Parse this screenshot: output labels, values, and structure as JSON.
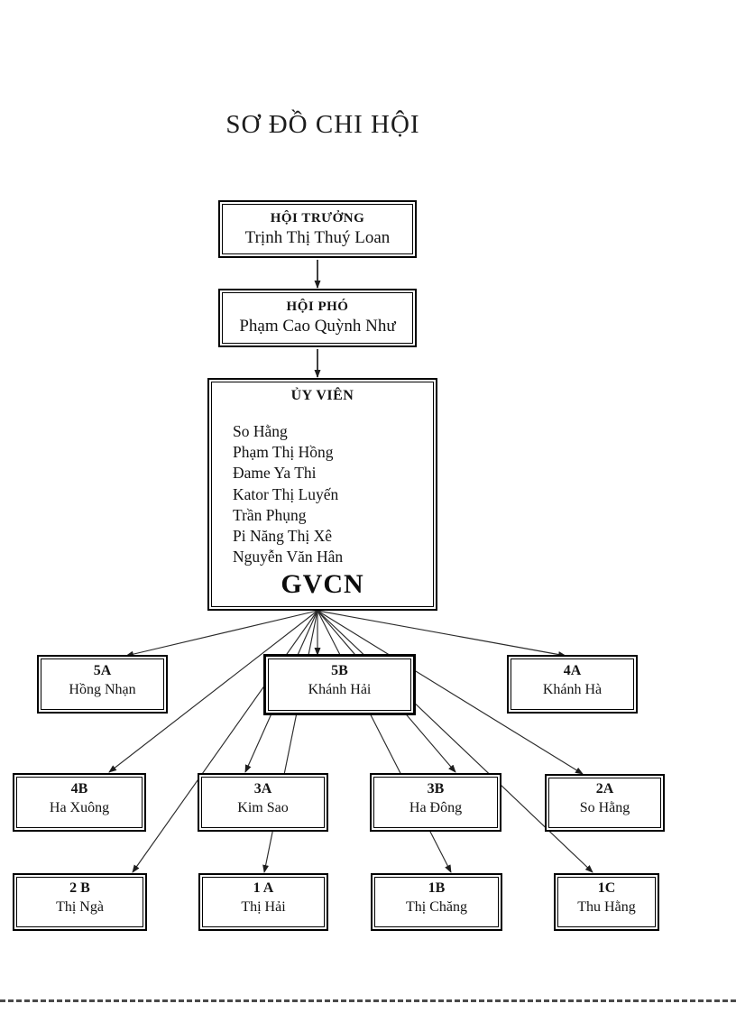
{
  "title": "SƠ ĐỒ CHI HỘI",
  "org": {
    "president": {
      "role": "HỘI TRƯỞNG",
      "name": "Trịnh Thị Thuý Loan"
    },
    "vice": {
      "role": "HỘI PHÓ",
      "name": "Phạm Cao Quỳnh Như"
    },
    "committee": {
      "role": "ỦY VIÊN",
      "members": [
        "So Hằng",
        "Phạm Thị Hồng",
        "Đame Ya Thi",
        "Kator Thị Luyến",
        "Trần Phụng",
        "Pi Năng Thị Xê",
        "Nguyễn Văn Hân"
      ],
      "footer": "GVCN"
    },
    "classes": [
      {
        "id": "5A",
        "code": "5A",
        "name": "Hồng Nhạn"
      },
      {
        "id": "5B",
        "code": "5B",
        "name": "Khánh Hải"
      },
      {
        "id": "4A",
        "code": "4A",
        "name": "Khánh Hà"
      },
      {
        "id": "4B",
        "code": "4B",
        "name": "Ha Xuông"
      },
      {
        "id": "3A",
        "code": "3A",
        "name": "Kim Sao"
      },
      {
        "id": "3B",
        "code": "3B",
        "name": "Ha Đông"
      },
      {
        "id": "2A",
        "code": "2A",
        "name": "So Hằng"
      },
      {
        "id": "2B",
        "code": "2 B",
        "name": "Thị Ngà"
      },
      {
        "id": "1A",
        "code": "1 A",
        "name": "Thị Hải"
      },
      {
        "id": "1B",
        "code": "1B",
        "name": "Thị Chăng"
      },
      {
        "id": "1C",
        "code": "1C",
        "name": "Thu Hằng"
      }
    ],
    "edges": [
      {
        "from": "president",
        "to": "vice"
      },
      {
        "from": "vice",
        "to": "committee"
      },
      {
        "from": "committee",
        "to": "5A"
      },
      {
        "from": "committee",
        "to": "5B"
      },
      {
        "from": "committee",
        "to": "4A"
      },
      {
        "from": "committee",
        "to": "4B"
      },
      {
        "from": "committee",
        "to": "3A"
      },
      {
        "from": "committee",
        "to": "3B"
      },
      {
        "from": "committee",
        "to": "2A"
      },
      {
        "from": "committee",
        "to": "2B"
      },
      {
        "from": "committee",
        "to": "1A"
      },
      {
        "from": "committee",
        "to": "1B"
      },
      {
        "from": "committee",
        "to": "1C"
      }
    ]
  }
}
